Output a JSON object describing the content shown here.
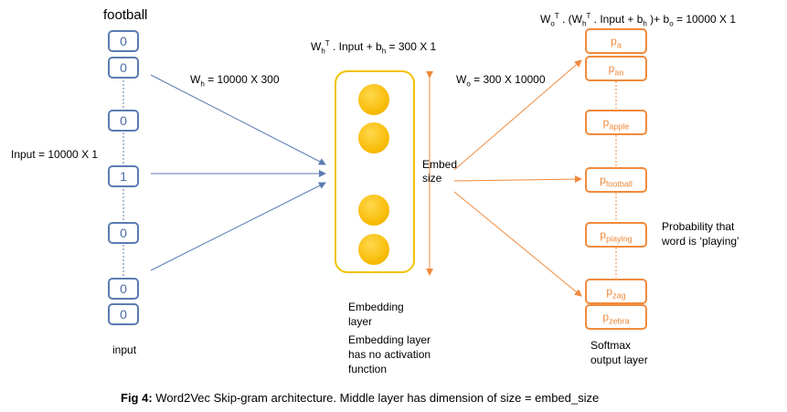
{
  "input_word": "football",
  "input_values": [
    "0",
    "0",
    "0",
    "1",
    "0",
    "0",
    "0"
  ],
  "input_label": "Input = 10000 X 1",
  "input_caption": "input",
  "wh_label": "W",
  "wh_sub": "h",
  "wh_rest": " = 10000 X 300",
  "hidden_eq": {
    "w": "W",
    "h_sub": "h",
    "t_sup": "T",
    "mid": " . Input + b",
    "b_sub": "h",
    "rest": " = 300 X 1"
  },
  "wo_label": "W",
  "wo_sub": "o",
  "wo_rest": " = 300 X 10000",
  "output_eq": {
    "w": "W",
    "o_sub": "o",
    "t_sup": "T",
    "p1": " . (W",
    "h_sub": "h",
    "t_sup2": "T",
    "p2": " . Input + b",
    "b_sub": "h",
    "p3": " )+ b",
    "bo_sub": "o",
    "p4": " = 10000 X 1"
  },
  "embed_size_label_1": "Embed",
  "embed_size_label_2": "size",
  "embedding_caption_1": "Embedding",
  "embedding_caption_2": "layer",
  "embedding_note_1": "Embedding layer",
  "embedding_note_2": "has no activation",
  "embedding_note_3": "function",
  "outputs": [
    {
      "p": "p",
      "sub": "a"
    },
    {
      "p": "p",
      "sub": "an"
    },
    {
      "p": "p",
      "sub": "apple"
    },
    {
      "p": "p",
      "sub": "football"
    },
    {
      "p": "p",
      "sub": "playing"
    },
    {
      "p": "p",
      "sub": "zag"
    },
    {
      "p": "p",
      "sub": "zebra"
    }
  ],
  "prob_note_1": "Probability that",
  "prob_note_2": "word is ‘playing’",
  "softmax_caption_1": "Softmax",
  "softmax_caption_2": "output layer",
  "figure_caption_bold": "Fig 4:",
  "figure_caption_text": " Word2Vec Skip-gram architecture. Middle layer has dimension of size = embed_size",
  "colors": {
    "input_blue": "#5b7bb2",
    "output_orange": "#f08a3c",
    "embed_yellow": "#f3c200"
  }
}
